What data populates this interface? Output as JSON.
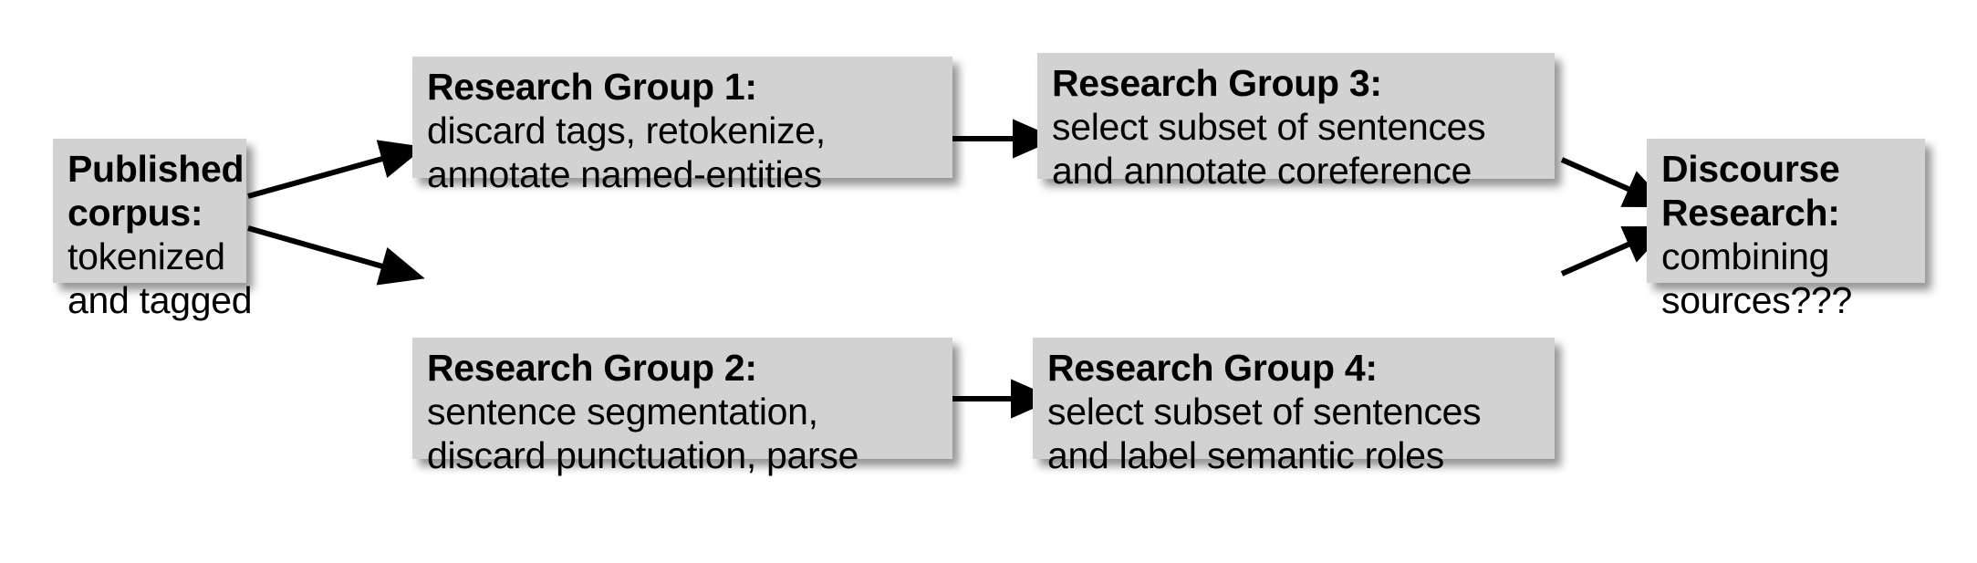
{
  "diagram": {
    "title": "Corpus annotation pipeline across research groups",
    "background_color": "#ffffff",
    "box_color": "#d2d2d2",
    "text_color": "#000000",
    "arrow_color": "#000000",
    "nodes": [
      {
        "id": "published",
        "heading": "Published",
        "heading2": "corpus:",
        "line1": "tokenized",
        "line2": "and tagged"
      },
      {
        "id": "rg1",
        "heading": "Research Group 1:",
        "line1": "discard tags, retokenize,",
        "line2": "annotate named-entities"
      },
      {
        "id": "rg3",
        "heading": "Research Group 3:",
        "line1": "select subset of sentences",
        "line2": "and annotate coreference"
      },
      {
        "id": "discourse",
        "heading": "Discourse",
        "heading2": "Research:",
        "line1": "combining",
        "line2": "sources???"
      },
      {
        "id": "rg2",
        "heading": "Research Group 2:",
        "line1": "sentence segmentation,",
        "line2": "discard punctuation, parse"
      },
      {
        "id": "rg4",
        "heading": "Research Group 4:",
        "line1": "select subset of sentences",
        "line2": "and label semantic roles"
      }
    ],
    "edges": [
      {
        "id": "published-to-rg1",
        "from": "published",
        "to": "rg1",
        "label": ""
      },
      {
        "id": "published-to-rg2",
        "from": "published",
        "to": "rg2",
        "label": ""
      },
      {
        "id": "rg1-to-rg3",
        "from": "rg1",
        "to": "rg3",
        "label": ""
      },
      {
        "id": "rg2-to-rg4",
        "from": "rg2",
        "to": "rg4",
        "label": ""
      },
      {
        "id": "rg3-to-discourse",
        "from": "rg3",
        "to": "discourse",
        "label": ""
      },
      {
        "id": "rg4-to-discourse",
        "from": "rg4",
        "to": "discourse",
        "label": ""
      }
    ]
  }
}
